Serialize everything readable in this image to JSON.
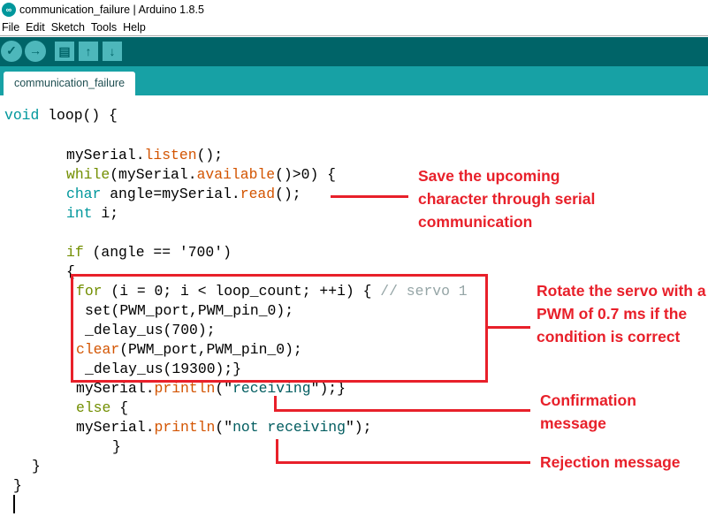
{
  "window": {
    "title": "communication_failure | Arduino 1.8.5",
    "logo": "arduino-logo"
  },
  "menu": [
    "File",
    "Edit",
    "Sketch",
    "Tools",
    "Help"
  ],
  "toolbar": {
    "verify": "✓",
    "upload": "→",
    "new": "▤",
    "open": "↑",
    "save": "↓"
  },
  "tab": {
    "label": "communication_failure"
  },
  "colors": {
    "toolbar": "#006468",
    "tabbar": "#17A1A5",
    "annotation": "#E8202A"
  },
  "code": {
    "lines": [
      [
        {
          "t": "void",
          "c": "ty"
        },
        {
          "t": " loop() {",
          "c": "pl"
        }
      ],
      [
        {
          "t": "mySerial.",
          "c": "pl"
        },
        {
          "t": "listen",
          "c": "fn"
        },
        {
          "t": "();",
          "c": "pl"
        }
      ],
      [
        {
          "t": "while",
          "c": "kw"
        },
        {
          "t": "(mySerial.",
          "c": "pl"
        },
        {
          "t": "available",
          "c": "fn"
        },
        {
          "t": "()>0) {",
          "c": "pl"
        }
      ],
      [
        {
          "t": "char",
          "c": "ty"
        },
        {
          "t": " angle=mySerial.",
          "c": "pl"
        },
        {
          "t": "read",
          "c": "fn"
        },
        {
          "t": "();",
          "c": "pl"
        }
      ],
      [
        {
          "t": "int",
          "c": "ty"
        },
        {
          "t": " i;",
          "c": "pl"
        }
      ],
      [
        {
          "t": "if",
          "c": "kw"
        },
        {
          "t": " (angle == '700')",
          "c": "pl"
        }
      ],
      [
        {
          "t": "{",
          "c": "pl"
        }
      ],
      [
        {
          "t": "for",
          "c": "kw"
        },
        {
          "t": " (i = 0; i < loop_count; ++i) { ",
          "c": "pl"
        },
        {
          "t": "// servo 1",
          "c": "cm"
        }
      ],
      [
        {
          "t": "set(PWM_port,PWM_pin_0);",
          "c": "pl"
        }
      ],
      [
        {
          "t": "_delay_us(700);",
          "c": "pl"
        }
      ],
      [
        {
          "t": "clear",
          "c": "fn"
        },
        {
          "t": "(PWM_port,PWM_pin_0);",
          "c": "pl"
        }
      ],
      [
        {
          "t": "_delay_us(19300);}",
          "c": "pl"
        }
      ],
      [
        {
          "t": "mySerial.",
          "c": "pl"
        },
        {
          "t": "println",
          "c": "fn"
        },
        {
          "t": "(\"",
          "c": "pl"
        },
        {
          "t": "receiving",
          "c": "str"
        },
        {
          "t": "\");}",
          "c": "pl"
        }
      ],
      [
        {
          "t": "else",
          "c": "kw"
        },
        {
          "t": " {",
          "c": "pl"
        }
      ],
      [
        {
          "t": "mySerial.",
          "c": "pl"
        },
        {
          "t": "println",
          "c": "fn"
        },
        {
          "t": "(\"",
          "c": "pl"
        },
        {
          "t": "not receiving",
          "c": "str"
        },
        {
          "t": "\");",
          "c": "pl"
        }
      ],
      [
        {
          "t": "}",
          "c": "pl"
        }
      ],
      [
        {
          "t": "}",
          "c": "pl"
        }
      ],
      [
        {
          "t": "}",
          "c": "pl"
        }
      ]
    ]
  },
  "annotations": {
    "save": "Save the upcoming character through serial communication",
    "rotate": "Rotate the servo with a PWM of 0.7 ms if the condition is correct",
    "confirm": "Confirmation message",
    "reject": "Rejection message"
  }
}
